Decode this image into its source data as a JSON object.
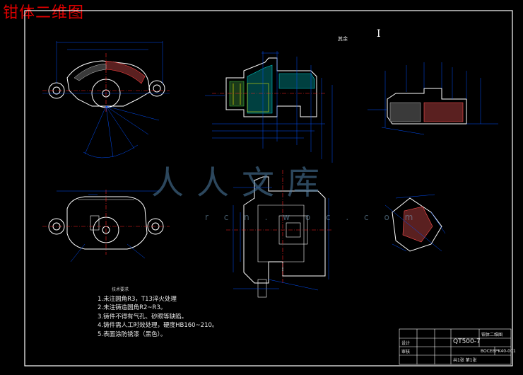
{
  "page": {
    "title": "钳体二维图"
  },
  "drawing": {
    "view_marker": "I",
    "roughness_note": "其余",
    "notes_header": "技术要求",
    "notes": [
      "1.未注圆角R3，T13淬火处理",
      "2.未注铸造圆角R2~R3。",
      "3.铸件不得有气孔、砂眼等缺陷。",
      "4.铸件需人工时效处理，硬度HB160~210。",
      "5.表面涂防锈漆（黑色）。"
    ]
  },
  "title_block": {
    "material": "QT500-7",
    "part_name": "钳体二维图",
    "drawing_no": "BOCEBPK40-001",
    "sheet_info": "共1张 第1张",
    "design_label": "设计",
    "check_label": "审核"
  },
  "watermark": {
    "text": "人人文库",
    "url": "r c n . w o c . c o m"
  },
  "colors": {
    "background": "#000000",
    "outline": "#ffffff",
    "dimension": "#0050ff",
    "center": "#ff2020",
    "hatch": "#00c8c8",
    "accent": "#ffff00"
  }
}
